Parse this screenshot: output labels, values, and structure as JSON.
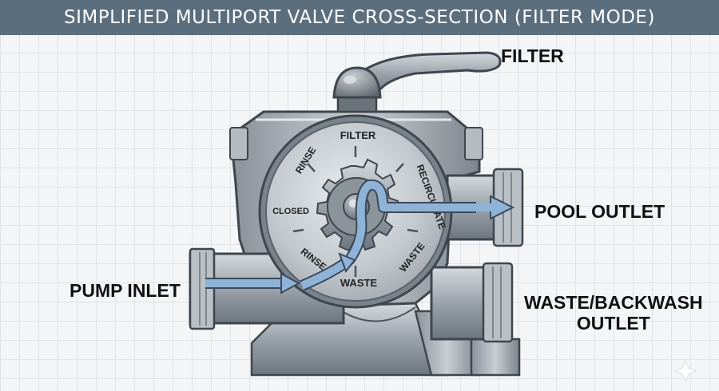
{
  "title": "SIMPLIFIED MULTIPORT VALVE CROSS-SECTION (FILTER MODE)",
  "labels": {
    "handle": "FILTER",
    "pool_outlet": "POOL OUTLET",
    "pump_inlet": "PUMP INLET",
    "waste_line1": "WASTE/BACKWASH",
    "waste_line2": "OUTLET"
  },
  "dial": {
    "positions": [
      "FILTER",
      "RECIRCULATE",
      "WASTE",
      "WASTE",
      "RINSE",
      "CLOSED",
      "RINSE"
    ]
  },
  "colors": {
    "title_bar": "#5a6e7e",
    "flow_arrow": "#8fb3d6",
    "body_metal": "#a9b0b7"
  }
}
